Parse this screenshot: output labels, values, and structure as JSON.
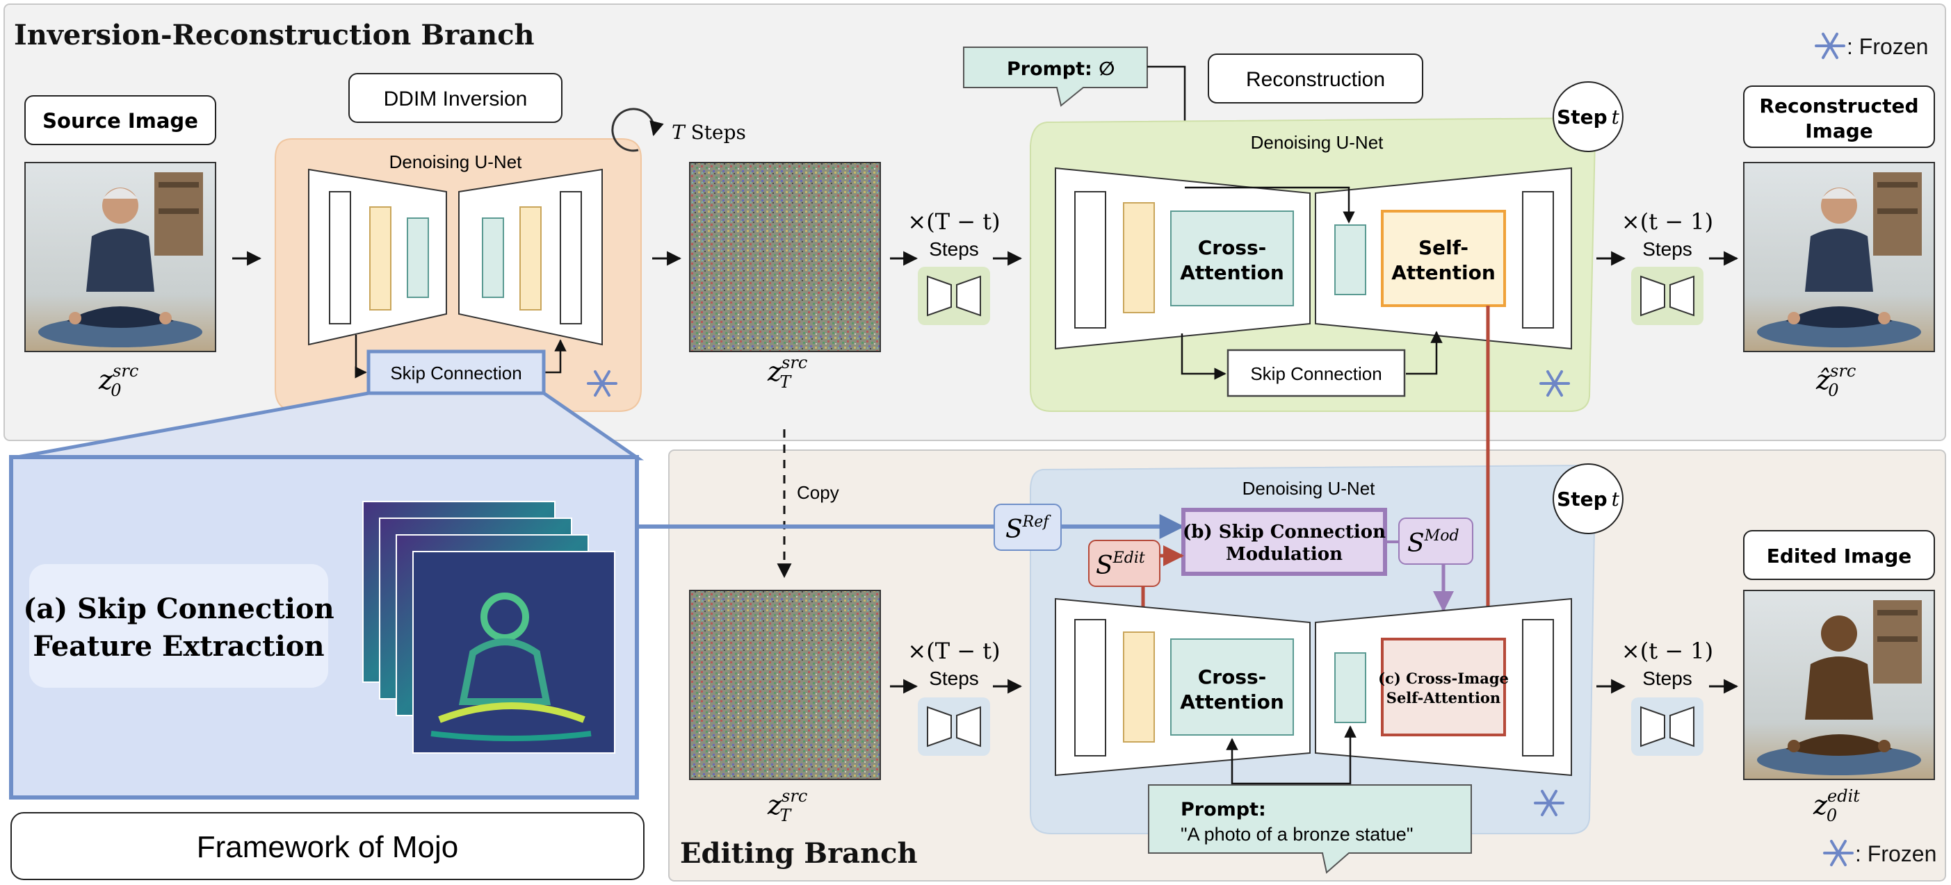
{
  "top_branch": {
    "title": "Inversion-Reconstruction Branch",
    "frozen_label": ": Frozen"
  },
  "bottom_branch": {
    "title": "Editing Branch",
    "frozen_label": ": Frozen"
  },
  "source": {
    "label": "Source Image",
    "var": "z",
    "sup": "src",
    "sub": "0"
  },
  "ddim": {
    "label": "DDIM Inversion",
    "unet_label": "Denoising U-Net",
    "skip_label": "Skip Connection",
    "steps_label": "T Steps"
  },
  "noise_top": {
    "var": "z",
    "sup": "src",
    "sub": "T"
  },
  "steps_a": {
    "top": "×(T − t)",
    "bottom": "Steps"
  },
  "reconstruction": {
    "label": "Reconstruction",
    "prompt": "Prompt: ∅",
    "unet_label": "Denoising U-Net",
    "cross_attn": [
      "Cross-",
      "Attention"
    ],
    "self_attn": [
      "Self-",
      "Attention"
    ],
    "skip_label": "Skip Connection",
    "step_label": "Step",
    "step_var": "t"
  },
  "steps_b": {
    "top": "×(t − 1)",
    "bottom": "Steps"
  },
  "reconstructed": {
    "label": [
      "Reconstructed",
      "Image"
    ],
    "var": "ẑ",
    "sup": "src",
    "sub": "0"
  },
  "copy_label": "Copy",
  "feature_box": {
    "title": [
      "(a) Skip Connection",
      "Feature Extraction"
    ]
  },
  "framework_title": "Framework of Mojo",
  "noise_bottom": {
    "var": "z",
    "sup": "src",
    "sub": "T"
  },
  "editing": {
    "unet_label": "Denoising U-Net",
    "step_label": "Step",
    "step_var": "t",
    "s_ref": {
      "var": "S",
      "sup": "Ref"
    },
    "s_edit": {
      "var": "S",
      "sup": "Edit"
    },
    "s_mod": {
      "var": "S",
      "sup": "Mod"
    },
    "modulation": [
      "(b) Skip Connection",
      "Modulation"
    ],
    "cross_attn": [
      "Cross-",
      "Attention"
    ],
    "cross_image": [
      "(c) Cross-Image",
      "Self-Attention"
    ],
    "prompt_title": "Prompt:",
    "prompt_text": "\"A photo of a bronze statue\""
  },
  "edited": {
    "label": "Edited Image",
    "var": "z",
    "sup": "edit",
    "sub": "0"
  }
}
